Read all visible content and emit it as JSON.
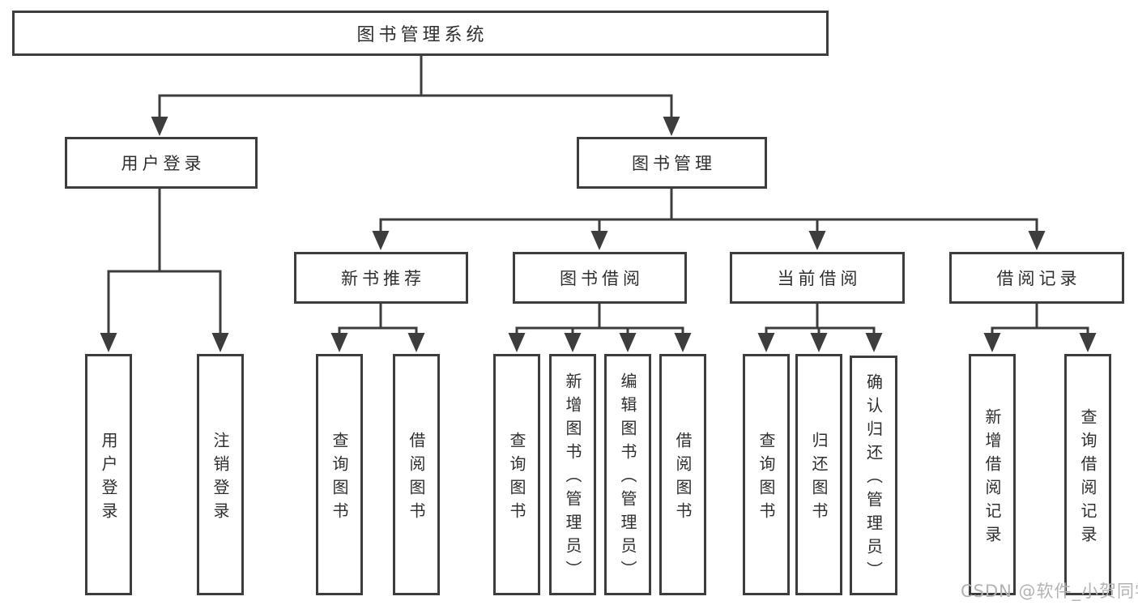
{
  "diagram": {
    "type": "tree",
    "root": {
      "label": "图书管理系统",
      "children": [
        {
          "label": "用户登录",
          "children": [
            {
              "label": "用户登录"
            },
            {
              "label": "注销登录"
            }
          ]
        },
        {
          "label": "图书管理",
          "children": [
            {
              "label": "新书推荐",
              "children": [
                {
                  "label": "查询图书"
                },
                {
                  "label": "借阅图书"
                }
              ]
            },
            {
              "label": "图书借阅",
              "children": [
                {
                  "label": "查询图书"
                },
                {
                  "label": "新增图书（管理员）"
                },
                {
                  "label": "编辑图书（管理员）"
                },
                {
                  "label": "借阅图书"
                }
              ]
            },
            {
              "label": "当前借阅",
              "children": [
                {
                  "label": "查询图书"
                },
                {
                  "label": "归还图书"
                },
                {
                  "label": "确认归还（管理员）"
                }
              ]
            },
            {
              "label": "借阅记录",
              "children": [
                {
                  "label": "新增借阅记录"
                },
                {
                  "label": "查询借阅记录"
                }
              ]
            }
          ]
        }
      ]
    }
  },
  "watermark": {
    "text": "CSDN @软件_小贺同学"
  },
  "colors": {
    "line": "#3d3d3d",
    "text": "#2f2f2f",
    "background": "#ffffff",
    "watermark": "#b3b3b3"
  }
}
